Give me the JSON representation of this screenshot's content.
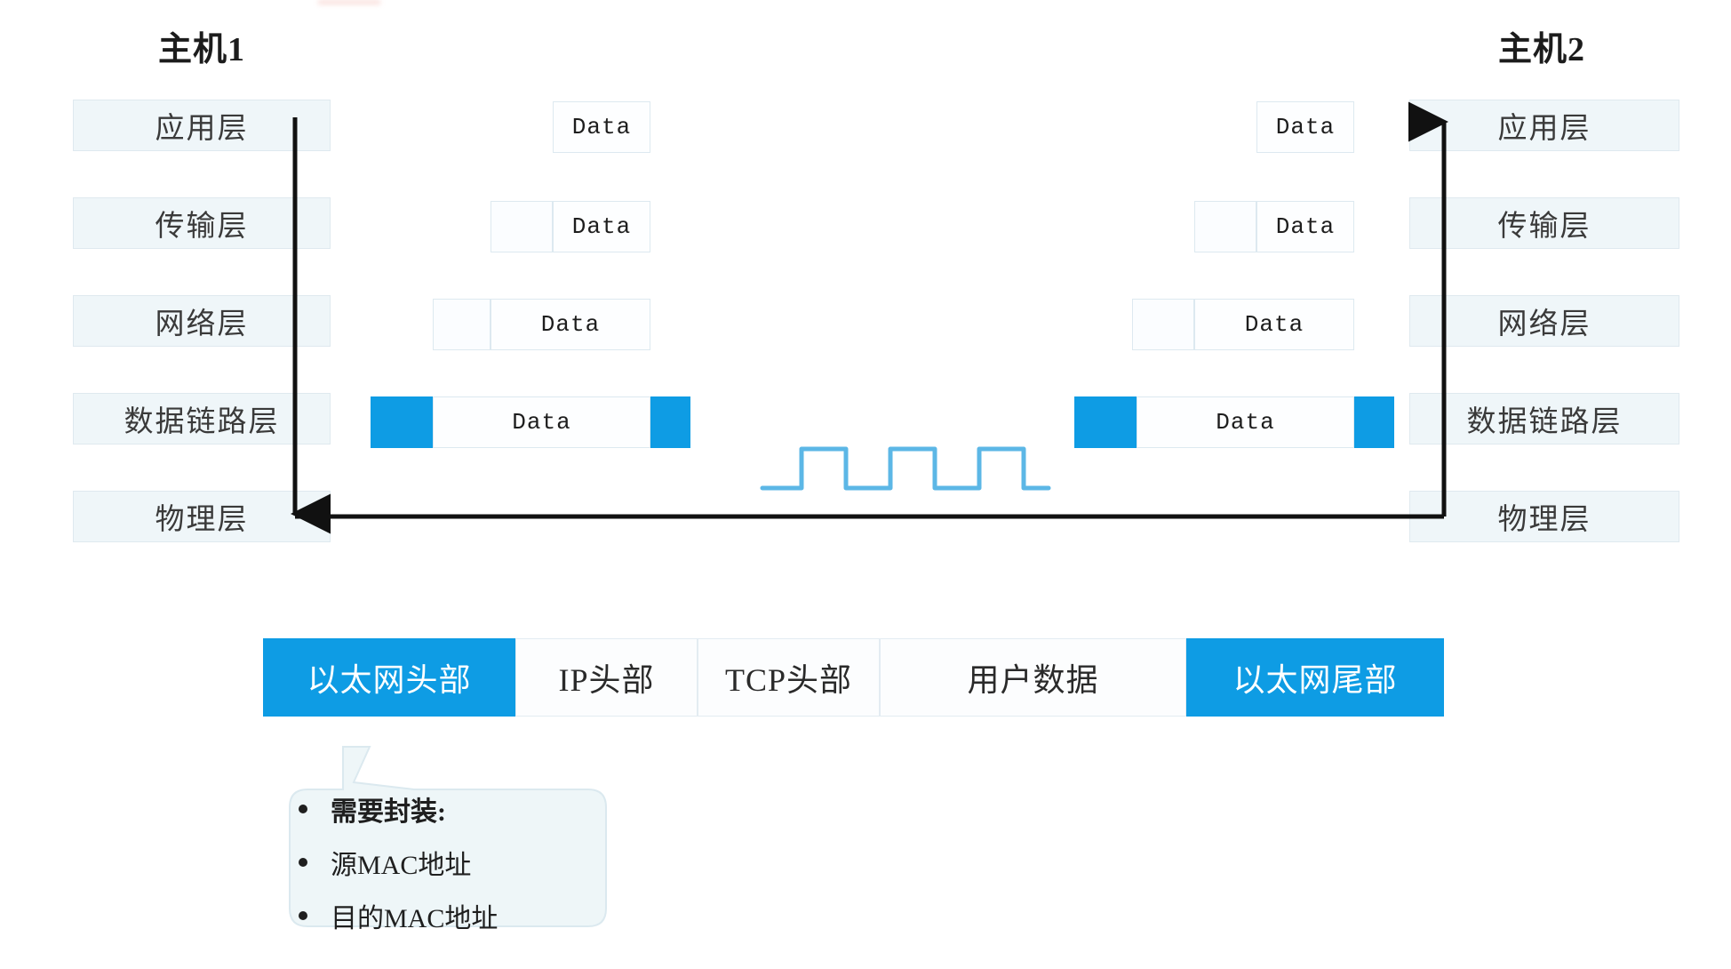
{
  "hosts": {
    "left": {
      "title": "主机1"
    },
    "right": {
      "title": "主机2"
    }
  },
  "layers": [
    {
      "name": "application",
      "label": "应用层"
    },
    {
      "name": "transport",
      "label": "传输层"
    },
    {
      "name": "network",
      "label": "网络层"
    },
    {
      "name": "datalink",
      "label": "数据链路层"
    },
    {
      "name": "physical",
      "label": "物理层"
    }
  ],
  "packets": {
    "data_label": "Data",
    "left": [
      {
        "layer": "application",
        "cells": [
          "data"
        ]
      },
      {
        "layer": "transport",
        "cells": [
          "header",
          "data"
        ]
      },
      {
        "layer": "network",
        "cells": [
          "header",
          "data"
        ]
      },
      {
        "layer": "datalink",
        "cells": [
          "blue-header",
          "data",
          "blue-trailer"
        ]
      }
    ],
    "right": [
      {
        "layer": "application",
        "cells": [
          "data"
        ]
      },
      {
        "layer": "transport",
        "cells": [
          "header",
          "data"
        ]
      },
      {
        "layer": "network",
        "cells": [
          "header",
          "data"
        ]
      },
      {
        "layer": "datalink",
        "cells": [
          "blue-header",
          "data",
          "blue-trailer"
        ]
      }
    ]
  },
  "signal": {
    "name": "square-wave-signal",
    "pulses": 3,
    "color": "#5cb7e6"
  },
  "frame_bar": {
    "cells": [
      {
        "label": "以太网头部",
        "accent": true
      },
      {
        "label": "IP头部",
        "accent": false
      },
      {
        "label": "TCP头部",
        "accent": false
      },
      {
        "label": "用户数据",
        "accent": false
      },
      {
        "label": "以太网尾部",
        "accent": true
      }
    ]
  },
  "callout": {
    "items": [
      {
        "text": "需要封装:",
        "strong": true
      },
      {
        "text": "源MAC地址",
        "strong": false
      },
      {
        "text": "目的MAC地址",
        "strong": false
      }
    ]
  },
  "colors": {
    "accent_blue": "#0e9ce4",
    "signal_blue": "#5cb7e6",
    "layer_fill": "#eff6f9",
    "layer_border": "#dfe9ef",
    "arrow": "#111111"
  }
}
